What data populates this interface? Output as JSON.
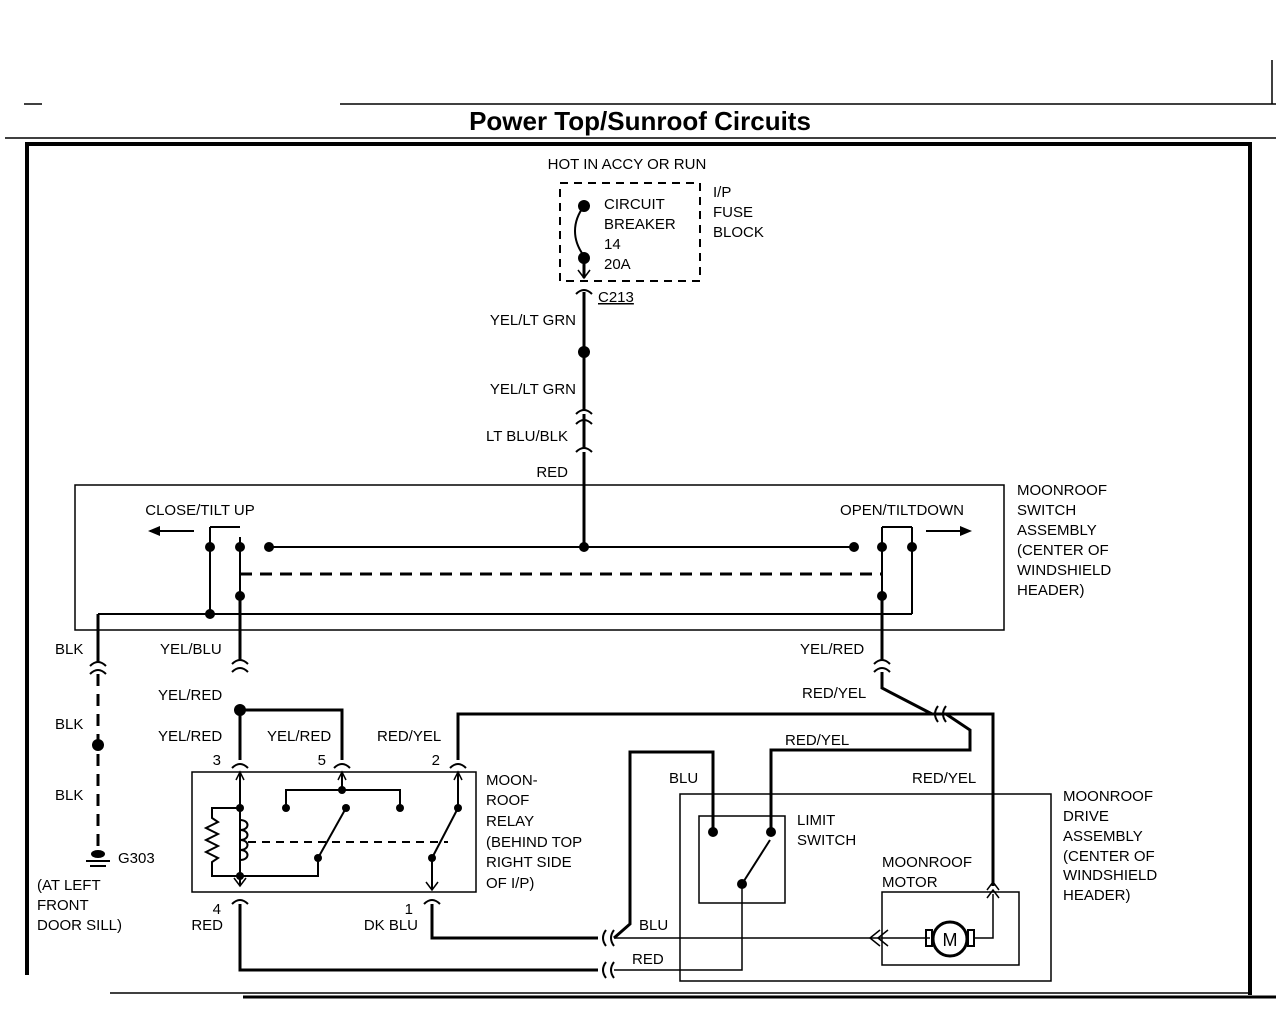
{
  "title": "Power Top/Sunroof Circuits",
  "power": {
    "hot": "HOT IN ACCY OR RUN",
    "breaker": [
      "CIRCUIT",
      "BREAKER",
      "14",
      "20A"
    ],
    "fuse_block": [
      "I/P",
      "FUSE",
      "BLOCK"
    ],
    "connector": "C213"
  },
  "wires": {
    "w1": "YEL/LT GRN",
    "w2": "YEL/LT GRN",
    "w3": "LT BLU/BLK",
    "w4": "RED",
    "blk1": "BLK",
    "blk2": "BLK",
    "blk3": "BLK",
    "yel_blu": "YEL/BLU",
    "yel_red_a": "YEL/RED",
    "yel_red_b": "YEL/RED",
    "yel_red_c": "YEL/RED",
    "yel_red_d": "YEL/RED",
    "red_yel_a": "RED/YEL",
    "red_yel_b": "RED/YEL",
    "red_yel_c": "RED/YEL",
    "red_yel_d": "RED/YEL",
    "blu_a": "BLU",
    "blu_b": "BLU",
    "red_bottom": "RED",
    "red_4": "RED",
    "dk_blu": "DK BLU"
  },
  "switch": {
    "close": "CLOSE/TILT UP",
    "open": "OPEN/TILTDOWN",
    "label": [
      "MOONROOF",
      "SWITCH",
      "ASSEMBLY",
      "(CENTER OF",
      "WINDSHIELD",
      "HEADER)"
    ]
  },
  "ground": {
    "id": "G303",
    "location": [
      "(AT LEFT",
      "FRONT",
      "DOOR SILL)"
    ]
  },
  "relay": {
    "pins": {
      "p3": "3",
      "p5": "5",
      "p2": "2",
      "p4": "4",
      "p1": "1"
    },
    "label": [
      "MOON-",
      "ROOF",
      "RELAY",
      "(BEHIND TOP",
      "RIGHT SIDE",
      "OF I/P)"
    ]
  },
  "drive": {
    "limit": [
      "LIMIT",
      "SWITCH"
    ],
    "motor_label": [
      "MOONROOF",
      "MOTOR"
    ],
    "motor_symbol": "M",
    "label": [
      "MOONROOF",
      "DRIVE",
      "ASSEMBLY",
      "(CENTER OF",
      "WINDSHIELD",
      "HEADER)"
    ]
  }
}
